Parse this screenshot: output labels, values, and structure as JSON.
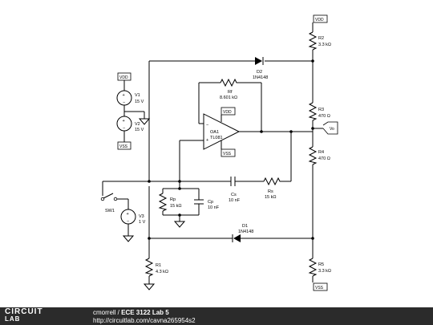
{
  "circuit": {
    "components": {
      "v1": {
        "name": "V1",
        "value": "15 V"
      },
      "v2": {
        "name": "V2",
        "value": "15 V"
      },
      "v3": {
        "name": "V3",
        "value": "1 V"
      },
      "r1": {
        "name": "R1",
        "value": "4.3 kΩ"
      },
      "r2": {
        "name": "R2",
        "value": "3.3 kΩ"
      },
      "r3": {
        "name": "R3",
        "value": "470 Ω"
      },
      "r4": {
        "name": "R4",
        "value": "470 Ω"
      },
      "r5": {
        "name": "R5",
        "value": "3.3 kΩ"
      },
      "rf": {
        "name": "Rf",
        "value": "8.601 kΩ"
      },
      "rp": {
        "name": "Rp",
        "value": "15 kΩ"
      },
      "rs": {
        "name": "Rs",
        "value": "15 kΩ"
      },
      "cp": {
        "name": "Cp",
        "value": "10 nF"
      },
      "cs": {
        "name": "Cs",
        "value": "10 nF"
      },
      "d1": {
        "name": "D1",
        "value": "1N4148"
      },
      "d2": {
        "name": "D2",
        "value": "1N4148"
      },
      "oa1": {
        "name": "OA1",
        "value": "TL081"
      },
      "sw1": {
        "name": "SW1"
      }
    },
    "labels": {
      "vdd": "VDD",
      "vss": "VSS",
      "vo": "Vo"
    }
  },
  "footer": {
    "logo_top": "CIRCUIT",
    "logo_bottom": "LAB",
    "author": "cmorrell",
    "separator": " / ",
    "title": "ECE 3122 Lab 5",
    "url": "http://circuitlab.com/cavna265954s2"
  }
}
